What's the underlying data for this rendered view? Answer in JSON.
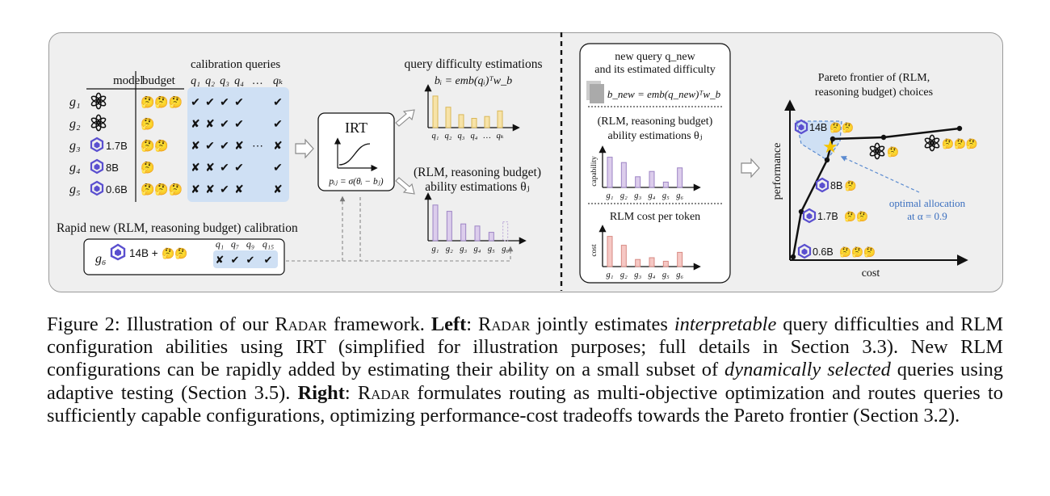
{
  "figure": {
    "left": {
      "col_model": "model",
      "col_budget": "budget",
      "calib_title": "calibration queries",
      "query_headers": [
        "q₁",
        "q₂",
        "q₃",
        "q₄",
        "…",
        "qₖ"
      ],
      "rows": [
        {
          "id": "g₁",
          "model": "",
          "budget": "🤔🤔🤔",
          "marks": [
            "✔",
            "✔",
            "✔",
            "✔",
            "",
            "✔"
          ]
        },
        {
          "id": "g₂",
          "model": "",
          "budget": "🤔",
          "marks": [
            "✘",
            "✘",
            "✔",
            "✔",
            "",
            "✔"
          ]
        },
        {
          "id": "g₃",
          "model": "1.7B",
          "budget": "🤔🤔",
          "marks": [
            "✘",
            "✔",
            "✔",
            "✘",
            "⋯",
            "✘"
          ]
        },
        {
          "id": "g₄",
          "model": "8B",
          "budget": "🤔",
          "marks": [
            "✘",
            "✘",
            "✔",
            "✔",
            "",
            "✔"
          ]
        },
        {
          "id": "g₅",
          "model": "0.6B",
          "budget": "🤔🤔🤔",
          "marks": [
            "✘",
            "✘",
            "✔",
            "✘",
            "",
            "✘"
          ]
        }
      ],
      "irt_title": "IRT",
      "irt_formula": "pᵢⱼ = σ(θᵢ − bⱼ)",
      "difficulty_title": "query difficulty estimations",
      "difficulty_formula": "bᵢ = emb(qᵢ)ᵀw_b",
      "difficulty_ticks": [
        "q₁",
        "q₂",
        "q₃",
        "q₄",
        "…",
        "qₖ"
      ],
      "difficulty_values": [
        0.85,
        0.55,
        0.35,
        0.25,
        0.3,
        0.45
      ],
      "ability_title_1": "(RLM, reasoning budget)",
      "ability_title_2": "ability estimations θⱼ",
      "ability_ticks": [
        "g₁",
        "g₂",
        "g₃",
        "g₄",
        "g₅",
        "g₆"
      ],
      "ability_values": [
        0.85,
        0.7,
        0.4,
        0.35,
        0.2,
        0.45
      ],
      "rapid_title": "Rapid new (RLM, reasoning budget) calibration",
      "rapid_id": "g₆",
      "rapid_model": "14B +",
      "rapid_budget": "🤔🤔",
      "rapid_queries": [
        "q₁",
        "q₇",
        "q₉",
        "q₁₅"
      ],
      "rapid_marks": [
        "✘",
        "✔",
        "✔",
        "✔"
      ]
    },
    "right": {
      "newq_1": "new query q_new",
      "newq_2": "and its estimated difficulty",
      "newq_formula": "b_new = emb(q_new)ᵀw_b",
      "abil_1": "(RLM, reasoning budget)",
      "abil_2": "ability estimations θⱼ",
      "cap_label": "capability",
      "cap_values": [
        0.85,
        0.7,
        0.3,
        0.45,
        0.15,
        0.55
      ],
      "cost_title": "RLM cost per token",
      "cost_label": "cost",
      "cost_values": [
        0.85,
        0.6,
        0.2,
        0.25,
        0.15,
        0.4
      ],
      "g_ticks": [
        "g₁",
        "g₂",
        "g₃",
        "g₄",
        "g₅",
        "g₆"
      ],
      "pareto_1": "Pareto frontier of (RLM,",
      "pareto_2": "reasoning budget) choices",
      "ylabel": "performance",
      "xlabel": "cost",
      "pts": [
        {
          "label": "0.6B",
          "budget": "🤔🤔🤔"
        },
        {
          "label": "1.7B",
          "budget": "🤔🤔"
        },
        {
          "label": "8B",
          "budget": "🤔"
        },
        {
          "label": "14B",
          "budget": "🤔🤔"
        },
        {
          "label": "",
          "budget": "🤔"
        },
        {
          "label": "",
          "budget": "🤔🤔🤔"
        }
      ],
      "optimal_1": "optimal allocation",
      "optimal_2": "at α = 0.9"
    }
  },
  "caption": {
    "p1": "Figure 2: Illustration of our ",
    "radar": "Radar",
    "p2": " framework. ",
    "left_b": "Left",
    "p3": ": ",
    "p4": " jointly estimates ",
    "interp": "interpretable",
    "p5": " query difficulties and RLM configuration abilities using IRT (simplified for illustration purposes; full details in Section 3.3).  New RLM configurations can be rapidly added by estimating their ability on a small subset of ",
    "dyn": "dynamically selected",
    "p6": " queries using adaptive testing (Section 3.5). ",
    "right_b": "Right",
    "p7": ": ",
    "p8": " formulates routing as multi-objective optimization and routes queries to sufficiently capable configurations, optimizing performance-cost tradeoffs towards the Pareto frontier (Section 3.2)."
  }
}
